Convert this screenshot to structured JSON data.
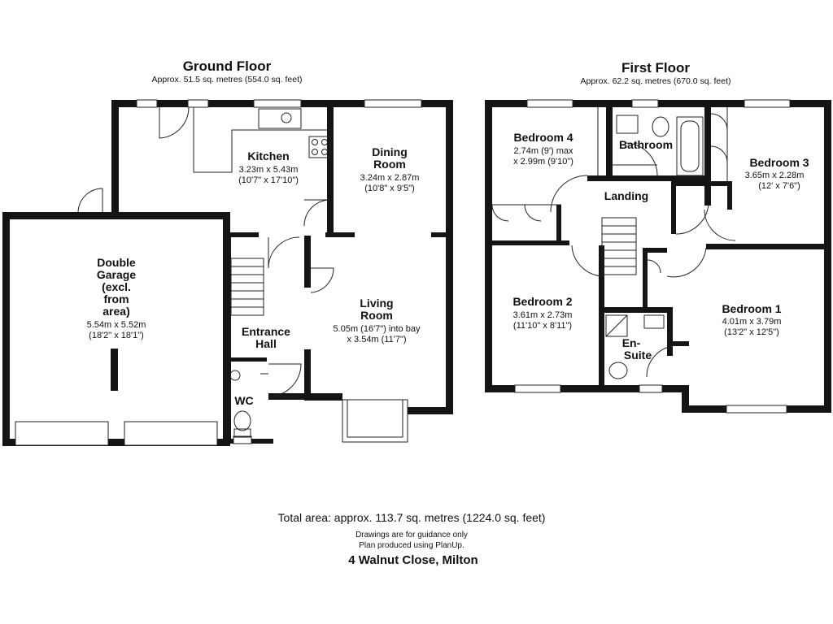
{
  "ground_floor": {
    "title": "Ground Floor",
    "area": "Approx. 51.5 sq. metres (554.0 sq. feet)",
    "rooms": {
      "kitchen": {
        "name": [
          "Kitchen"
        ],
        "dims": [
          "3.23m x 5.43m",
          "(10'7\" x 17'10\")"
        ]
      },
      "dining": {
        "name": [
          "Dining",
          "Room"
        ],
        "dims": [
          "3.24m x 2.87m",
          "(10'8\" x 9'5\")"
        ]
      },
      "garage": {
        "name": [
          "Double",
          "Garage",
          "(excl.",
          "from",
          "area)"
        ],
        "dims": [
          "5.54m x 5.52m",
          "(18'2\" x 18'1\")"
        ]
      },
      "living": {
        "name": [
          "Living",
          "Room"
        ],
        "dims": [
          "5.05m (16'7\") into bay",
          "x 3.54m (11'7\")"
        ]
      },
      "entrance": {
        "name": [
          "Entrance",
          "Hall"
        ],
        "dims": []
      },
      "wc": {
        "name": [
          "WC"
        ],
        "dims": []
      }
    }
  },
  "first_floor": {
    "title": "First Floor",
    "area": "Approx. 62.2 sq. metres (670.0 sq. feet)",
    "rooms": {
      "bedroom4": {
        "name": [
          "Bedroom 4"
        ],
        "dims": [
          "2.74m (9') max",
          "x 2.99m (9'10\")"
        ]
      },
      "bathroom": {
        "name": [
          "Bathroom"
        ],
        "dims": []
      },
      "bedroom3": {
        "name": [
          "Bedroom 3"
        ],
        "dims": [
          "3.65m x 2.28m",
          "(12' x 7'6\")"
        ]
      },
      "landing": {
        "name": [
          "Landing"
        ],
        "dims": []
      },
      "bedroom2": {
        "name": [
          "Bedroom 2"
        ],
        "dims": [
          "3.61m x 2.73m",
          "(11'10\" x 8'11\")"
        ]
      },
      "bedroom1": {
        "name": [
          "Bedroom 1"
        ],
        "dims": [
          "4.01m x 3.79m",
          "(13'2\" x 12'5\")"
        ]
      },
      "ensuite": {
        "name": [
          "En-",
          "Suite"
        ],
        "dims": []
      }
    }
  },
  "footer": {
    "total": "Total area: approx. 113.7 sq. metres (1224.0 sq. feet)",
    "note1": "Drawings are for guidance only",
    "note2": "Plan produced using PlanUp.",
    "address": "4 Walnut Close, Milton"
  }
}
